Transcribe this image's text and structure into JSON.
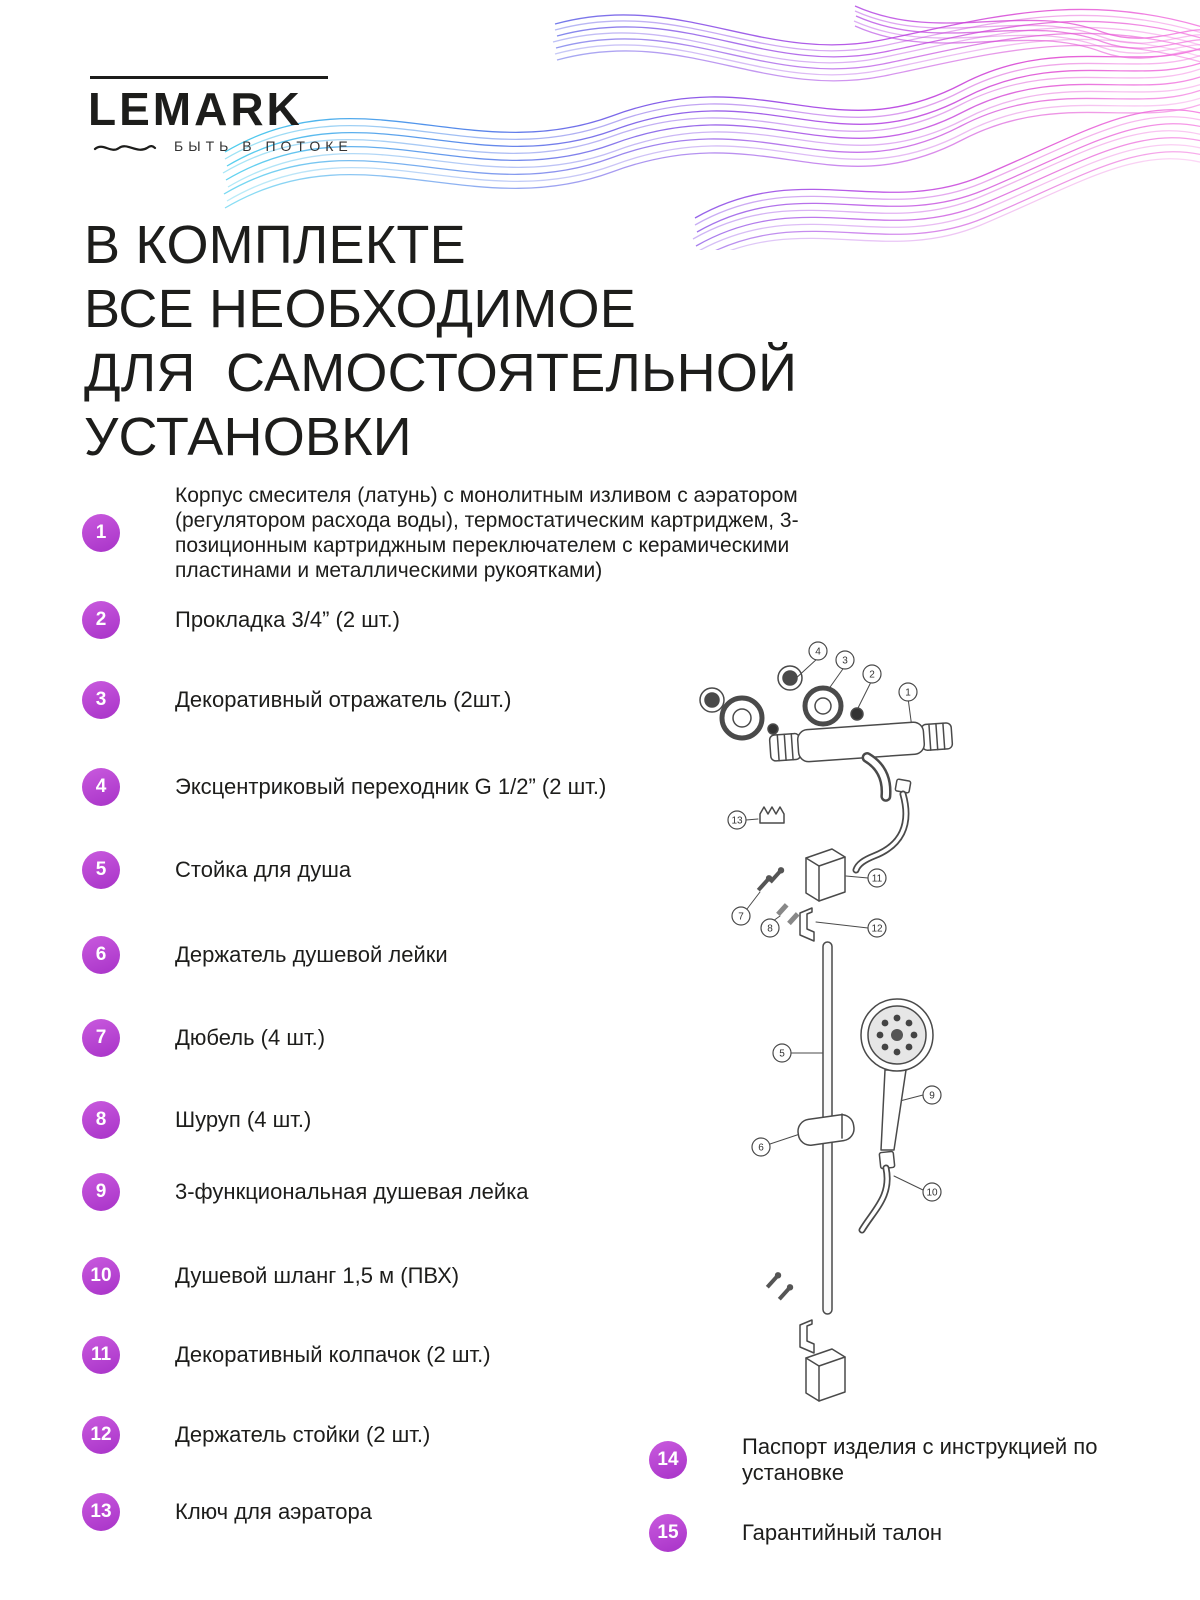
{
  "brand": {
    "logo": "LEMARK",
    "tagline": "БЫТЬ В ПОТОКЕ"
  },
  "heading": {
    "lines": [
      "В КОМПЛЕКТЕ",
      "ВСЕ НЕОБХОДИМОЕ",
      "ДЛЯ  САМОСТОЯТЕЛЬНОЙ",
      "УСТАНОВКИ"
    ]
  },
  "items": [
    {
      "num": "1",
      "text": "Корпус смесителя (латунь) с монолитным изливом с аэратором (регулятором расхода воды), термостатическим картриджем, 3-позиционным картриджным переключателем с керамическими пластинами и металлическими рукоятками)"
    },
    {
      "num": "2",
      "text": "Прокладка 3/4” (2 шт.)"
    },
    {
      "num": "3",
      "text": "Декоративный отражатель (2шт.)"
    },
    {
      "num": "4",
      "text": "Эксцентриковый переходник G 1/2” (2 шт.)"
    },
    {
      "num": "5",
      "text": "Стойка для душа"
    },
    {
      "num": "6",
      "text": "Держатель душевой лейки"
    },
    {
      "num": "7",
      "text": "Дюбель (4 шт.)"
    },
    {
      "num": "8",
      "text": "Шуруп (4 шт.)"
    },
    {
      "num": "9",
      "text": "3-функциональная душевая лейка"
    },
    {
      "num": "10",
      "text": "Душевой шланг 1,5 м (ПВХ)"
    },
    {
      "num": "11",
      "text": "Декоративный колпачок (2 шт.)"
    },
    {
      "num": "12",
      "text": "Держатель стойки (2 шт.)"
    },
    {
      "num": "13",
      "text": "Ключ для аэратора"
    }
  ],
  "bottom_items": [
    {
      "num": "14",
      "text": "Паспорт изделия с инструкцией по установке"
    },
    {
      "num": "15",
      "text": "Гарантийный талон"
    }
  ],
  "diagram": {
    "callouts": [
      "1",
      "2",
      "3",
      "4",
      "5",
      "6",
      "7",
      "8",
      "9",
      "10",
      "11",
      "12",
      "13"
    ]
  },
  "colors": {
    "badge_gradient_start": "#c95ade",
    "badge_gradient_end": "#a833c8",
    "wave_cyan": "#3cc7ec",
    "wave_blue": "#3f7ee8",
    "wave_purple": "#7c4ae6",
    "wave_magenta": "#e04ad2",
    "text": "#1d1d1b"
  }
}
